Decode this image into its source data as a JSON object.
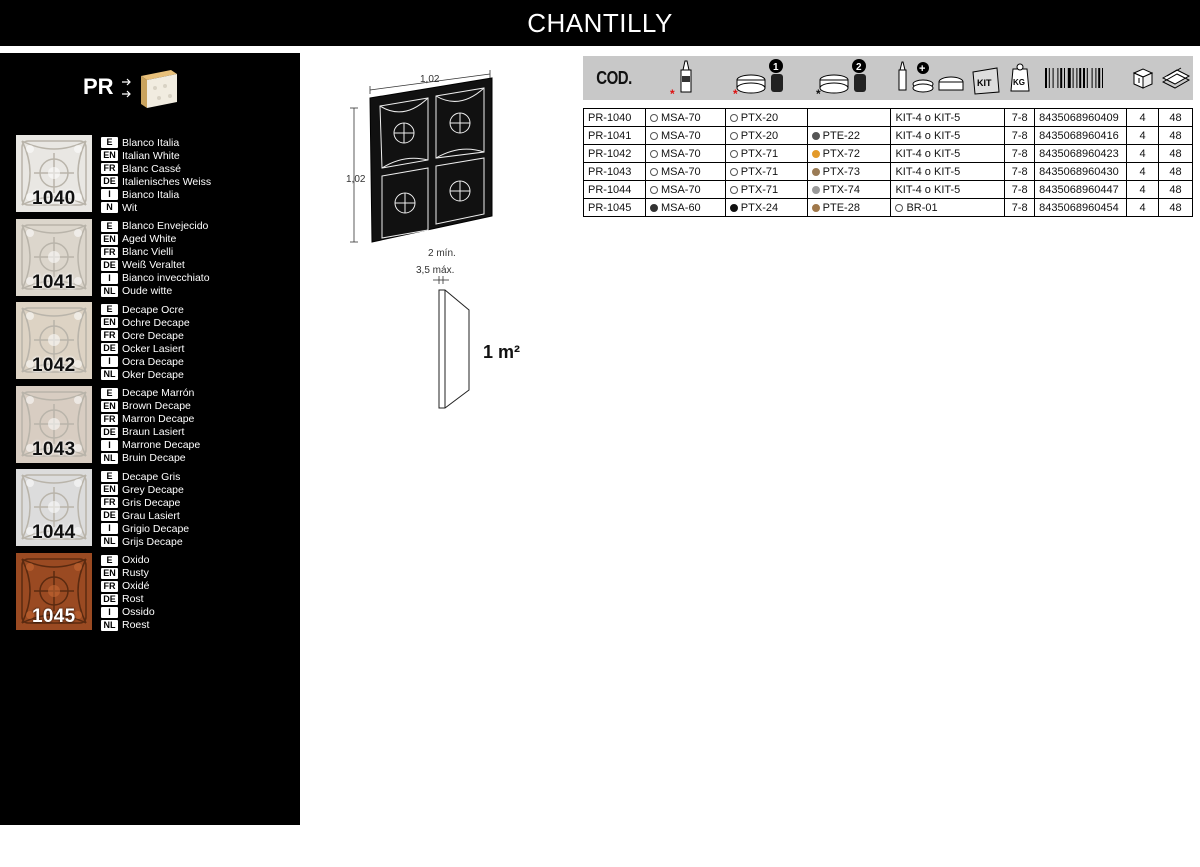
{
  "title": "CHANTILLY",
  "series_label": "PR",
  "variants": [
    {
      "code": "1040",
      "names": [
        [
          "E",
          "Blanco Italia"
        ],
        [
          "EN",
          "Italian White"
        ],
        [
          "FR",
          "Blanc Cassé"
        ],
        [
          "DE",
          "Italienisches Weiss"
        ],
        [
          "I",
          "Bianco Italia"
        ],
        [
          "N",
          "Wit"
        ]
      ],
      "tone": "white"
    },
    {
      "code": "1041",
      "names": [
        [
          "E",
          "Blanco Envejecido"
        ],
        [
          "EN",
          "Aged White"
        ],
        [
          "FR",
          "Blanc  Vielli"
        ],
        [
          "DE",
          "Weiß Veraltet"
        ],
        [
          "I",
          "Bianco invecchiato"
        ],
        [
          "NL",
          "Oude witte"
        ]
      ],
      "tone": "aged"
    },
    {
      "code": "1042",
      "names": [
        [
          "E",
          "Decape Ocre"
        ],
        [
          "EN",
          "Ochre Decape"
        ],
        [
          "FR",
          "Ocre Decape"
        ],
        [
          "DE",
          "Ocker Lasiert"
        ],
        [
          "I",
          "Ocra Decape"
        ],
        [
          "NL",
          "Oker Decape"
        ]
      ],
      "tone": "ochre"
    },
    {
      "code": "1043",
      "names": [
        [
          "E",
          "Decape Marrón"
        ],
        [
          "EN",
          "Brown Decape"
        ],
        [
          "FR",
          "Marron Decape"
        ],
        [
          "DE",
          "Braun Lasiert"
        ],
        [
          "I",
          "Marrone Decape"
        ],
        [
          "NL",
          "Bruin Decape"
        ]
      ],
      "tone": "brown"
    },
    {
      "code": "1044",
      "names": [
        [
          "E",
          "Decape Gris"
        ],
        [
          "EN",
          "Grey Decape"
        ],
        [
          "FR",
          "Gris Decape"
        ],
        [
          "DE",
          "Grau Lasiert"
        ],
        [
          "I",
          "Grigio Decape"
        ],
        [
          "NL",
          "Grijs Decape"
        ]
      ],
      "tone": "grey"
    },
    {
      "code": "1045",
      "names": [
        [
          "E",
          "Oxido"
        ],
        [
          "EN",
          "Rusty"
        ],
        [
          "FR",
          "Oxidé"
        ],
        [
          "DE",
          "Rost"
        ],
        [
          "I",
          "Ossido"
        ],
        [
          "NL",
          "Roest"
        ]
      ],
      "tone": "rust"
    }
  ],
  "tone_colors": {
    "white": "#e9e7e3",
    "aged": "#dcd6cc",
    "ochre": "#ddd3c4",
    "brown": "#d8cdc2",
    "grey": "#dcdcdc",
    "rust": "#9a4a22"
  },
  "dimensions": {
    "width": "1,02",
    "height": "1,02",
    "thickness_min": "2 mín.",
    "thickness_max": "3,5 máx.",
    "area": "1 m²"
  },
  "table": {
    "header": {
      "cod": "COD.",
      "kit_label": "KIT",
      "kg_label": "KG",
      "step1": "1",
      "step2": "2",
      "plus": "+"
    },
    "rows": [
      {
        "code": "PR-1040",
        "adhesive": "MSA-70",
        "adhesive_dot": "open",
        "paint1": "PTX-20",
        "paint1_dot": "open",
        "paint2": "",
        "paint2_dot": "",
        "finish": "KIT-4 o KIT-5",
        "finish_dot": "",
        "kg": "7-8",
        "ean": "8435068960409",
        "units": "4",
        "pallet": "48"
      },
      {
        "code": "PR-1041",
        "adhesive": "MSA-70",
        "adhesive_dot": "open",
        "paint1": "PTX-20",
        "paint1_dot": "open",
        "paint2": "PTE-22",
        "paint2_dot": "#555555",
        "finish": "KIT-4 o KIT-5",
        "finish_dot": "",
        "kg": "7-8",
        "ean": "8435068960416",
        "units": "4",
        "pallet": "48"
      },
      {
        "code": "PR-1042",
        "adhesive": "MSA-70",
        "adhesive_dot": "open",
        "paint1": "PTX-71",
        "paint1_dot": "open",
        "paint2": "PTX-72",
        "paint2_dot": "#e39a2a",
        "finish": "KIT-4 o KIT-5",
        "finish_dot": "",
        "kg": "7-8",
        "ean": "8435068960423",
        "units": "4",
        "pallet": "48"
      },
      {
        "code": "PR-1043",
        "adhesive": "MSA-70",
        "adhesive_dot": "open",
        "paint1": "PTX-71",
        "paint1_dot": "open",
        "paint2": "PTX-73",
        "paint2_dot": "#9a7b55",
        "finish": "KIT-4 o KIT-5",
        "finish_dot": "",
        "kg": "7-8",
        "ean": "8435068960430",
        "units": "4",
        "pallet": "48"
      },
      {
        "code": "PR-1044",
        "adhesive": "MSA-70",
        "adhesive_dot": "open",
        "paint1": "PTX-71",
        "paint1_dot": "open",
        "paint2": "PTX-74",
        "paint2_dot": "#9a9a9a",
        "finish": "KIT-4 o KIT-5",
        "finish_dot": "",
        "kg": "7-8",
        "ean": "8435068960447",
        "units": "4",
        "pallet": "48"
      },
      {
        "code": "PR-1045",
        "adhesive": "MSA-60",
        "adhesive_dot": "#333333",
        "paint1": "PTX-24",
        "paint1_dot": "#111111",
        "paint2": "PTE-28",
        "paint2_dot": "#a0784a",
        "finish": "BR-01",
        "finish_dot": "open",
        "kg": "7-8",
        "ean": "8435068960454",
        "units": "4",
        "pallet": "48"
      }
    ]
  }
}
